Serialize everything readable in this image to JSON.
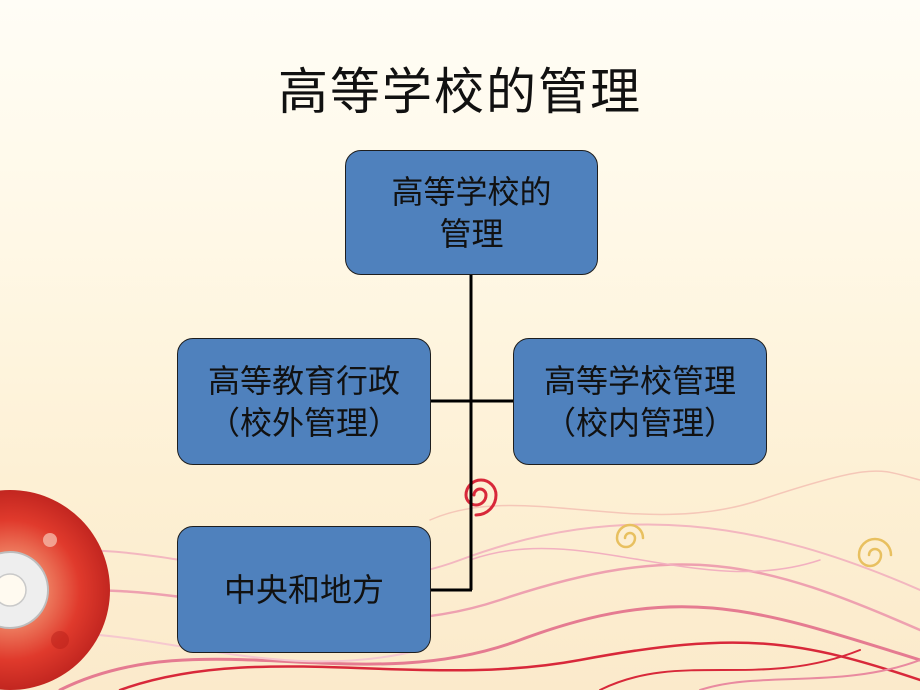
{
  "slide": {
    "title": "高等学校的管理"
  },
  "org_chart": {
    "root": {
      "line1": "高等学校的",
      "line2": "管理"
    },
    "left": {
      "line1": "高等教育行政",
      "line2": "（校外管理）"
    },
    "right": {
      "line1": "高等学校管理",
      "line2": "（校内管理）"
    },
    "bottom": {
      "line1": "中央和地方"
    }
  },
  "colors": {
    "node_fill": "#4f81bd",
    "node_border": "#1e1e1e",
    "connector": "#000000",
    "ribbon_red": "#d8283a",
    "ribbon_pink": "#e98aa0",
    "disc_red": "#e03a2c",
    "ornament_gold": "#e8c060"
  }
}
